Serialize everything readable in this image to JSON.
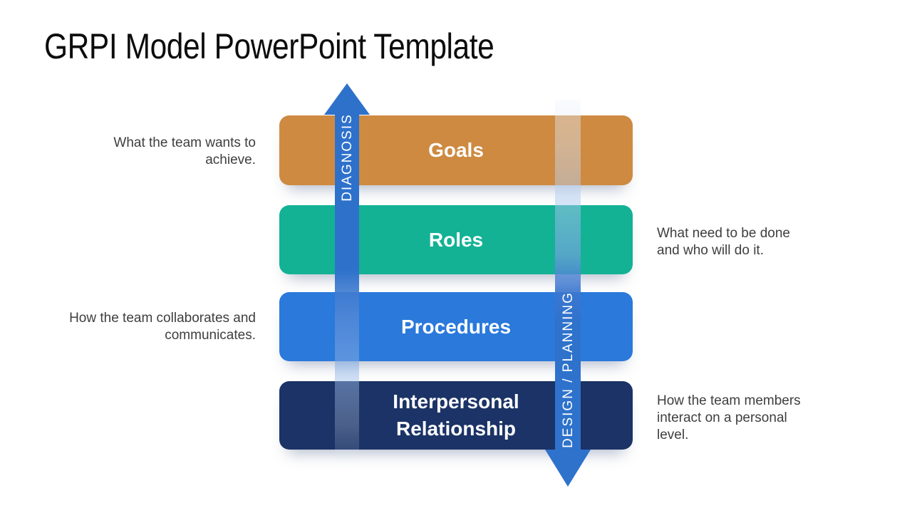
{
  "slide": {
    "title": "GRPI Model PowerPoint Template",
    "background": "#ffffff"
  },
  "diagram": {
    "rows": [
      {
        "label": "Goals",
        "color": "#ce8a41",
        "description": "What the team wants to achieve.",
        "description_side": "left"
      },
      {
        "label": "Roles",
        "color": "#13b295",
        "description": "What need to be done and who will do it.",
        "description_side": "right"
      },
      {
        "label": "Procedures",
        "color": "#2a79db",
        "description": "How the team collaborates and communicates.",
        "description_side": "left"
      },
      {
        "label": "Interpersonal Relationship",
        "color": "#1b3366",
        "description": "How the team members interact on a personal level.",
        "description_side": "right"
      }
    ],
    "arrow_up": {
      "label": "DIAGNOSIS",
      "color": "#2e71cb",
      "direction": "up"
    },
    "arrow_down": {
      "label": "DESIGN / PLANNING",
      "color": "#2e72cc",
      "direction": "down"
    },
    "text_color": "#3e3e3e"
  }
}
